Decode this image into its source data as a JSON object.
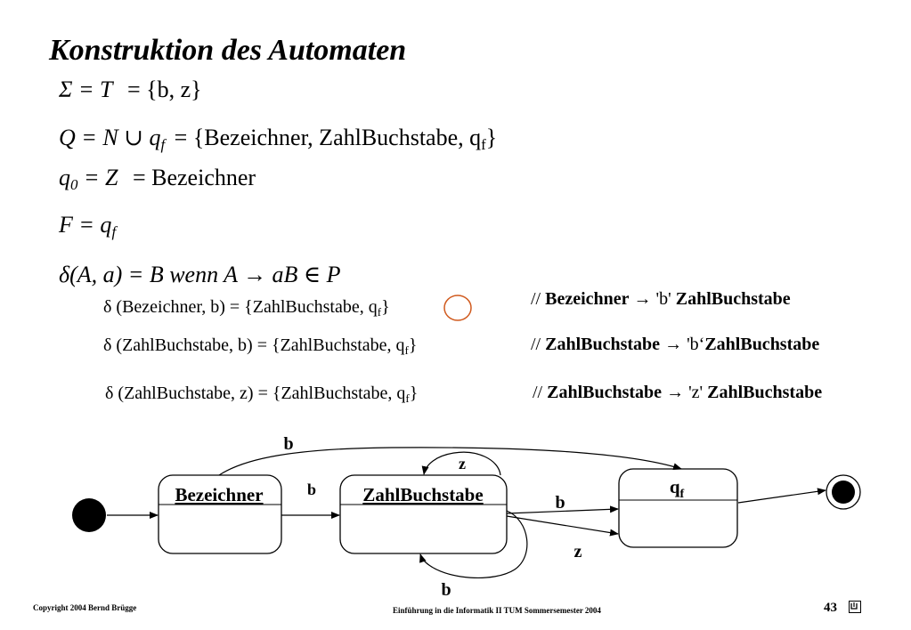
{
  "title": "Konstruktion des Automaten",
  "formulas": {
    "sigma": {
      "lhs": "Σ = T",
      "rhs": "= {b, z}"
    },
    "q": {
      "lhs": "Q = N ∪ q",
      "lhs_sub": "f",
      "rhs_pre": "= {Bezeichner, ZahlBuchstabe, q",
      "rhs_sub": "f",
      "rhs_post": "}"
    },
    "q0": {
      "lhs": "q",
      "lhs_sub": "0",
      "lhs_post": " = Z",
      "rhs": "= Bezeichner"
    },
    "f": {
      "lhs": "F = q",
      "lhs_sub": "f"
    },
    "delta_def": "δ(A, a) = B  wenn A → aB ∈ P"
  },
  "transitions": [
    {
      "delta_pre": "δ (Bezeichner, b) = {ZahlBuchstabe, q",
      "delta_sub": "f",
      "delta_post": "}",
      "comment_prefix": "//",
      "comment_from": "Bezeichner",
      "comment_arrow": "→",
      "comment_symbol": "'b'",
      "comment_to": "ZahlBuchstabe"
    },
    {
      "delta_pre": "δ (ZahlBuchstabe, b) = {ZahlBuchstabe, q",
      "delta_sub": "f",
      "delta_post": "}",
      "comment_prefix": "//",
      "comment_from": "ZahlBuchstabe",
      "comment_arrow": "→",
      "comment_symbol": "'b‘",
      "comment_to": "ZahlBuchstabe"
    },
    {
      "delta_pre": "δ (ZahlBuchstabe, z) = {ZahlBuchstabe, q",
      "delta_sub": "f",
      "delta_post": "}",
      "comment_prefix": "//",
      "comment_from": "ZahlBuchstabe",
      "comment_arrow": "→",
      "comment_symbol": "'z'",
      "comment_to": "ZahlBuchstabe"
    }
  ],
  "highlight_color": "#d05a1e",
  "diagram": {
    "states": {
      "bezeichner": "Bezeichner",
      "zahlbuchstabe": "ZahlBuchstabe",
      "qf": "q",
      "qf_sub": "f"
    },
    "edge_labels": {
      "bez_to_qf": "b",
      "bez_to_zahl": "b",
      "zahl_self_top": "z",
      "zahl_self_bottom": "b",
      "zahl_to_qf_b": "b",
      "zahl_to_qf_z": "z"
    }
  },
  "footer": {
    "copyright": "Copyright  2004  Bernd Brügge",
    "course": "Einführung in die Informatik II  TUM Sommersemester 2004",
    "page_number": "43"
  }
}
